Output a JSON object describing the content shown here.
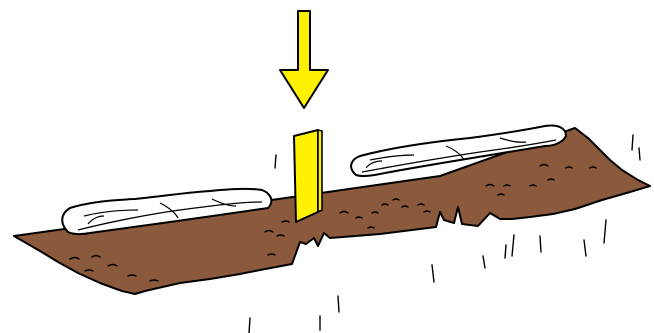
{
  "colors": {
    "soil": "#8B5A3C",
    "outline": "#000000",
    "marker_yellow": "#FFF200",
    "bag_fill": "#FFFFFF",
    "background": "#FFFFFF"
  },
  "figure": {
    "elements": [
      "soil-strip",
      "sandbag-left",
      "sandbag-right",
      "yellow-stake",
      "down-arrow"
    ]
  }
}
